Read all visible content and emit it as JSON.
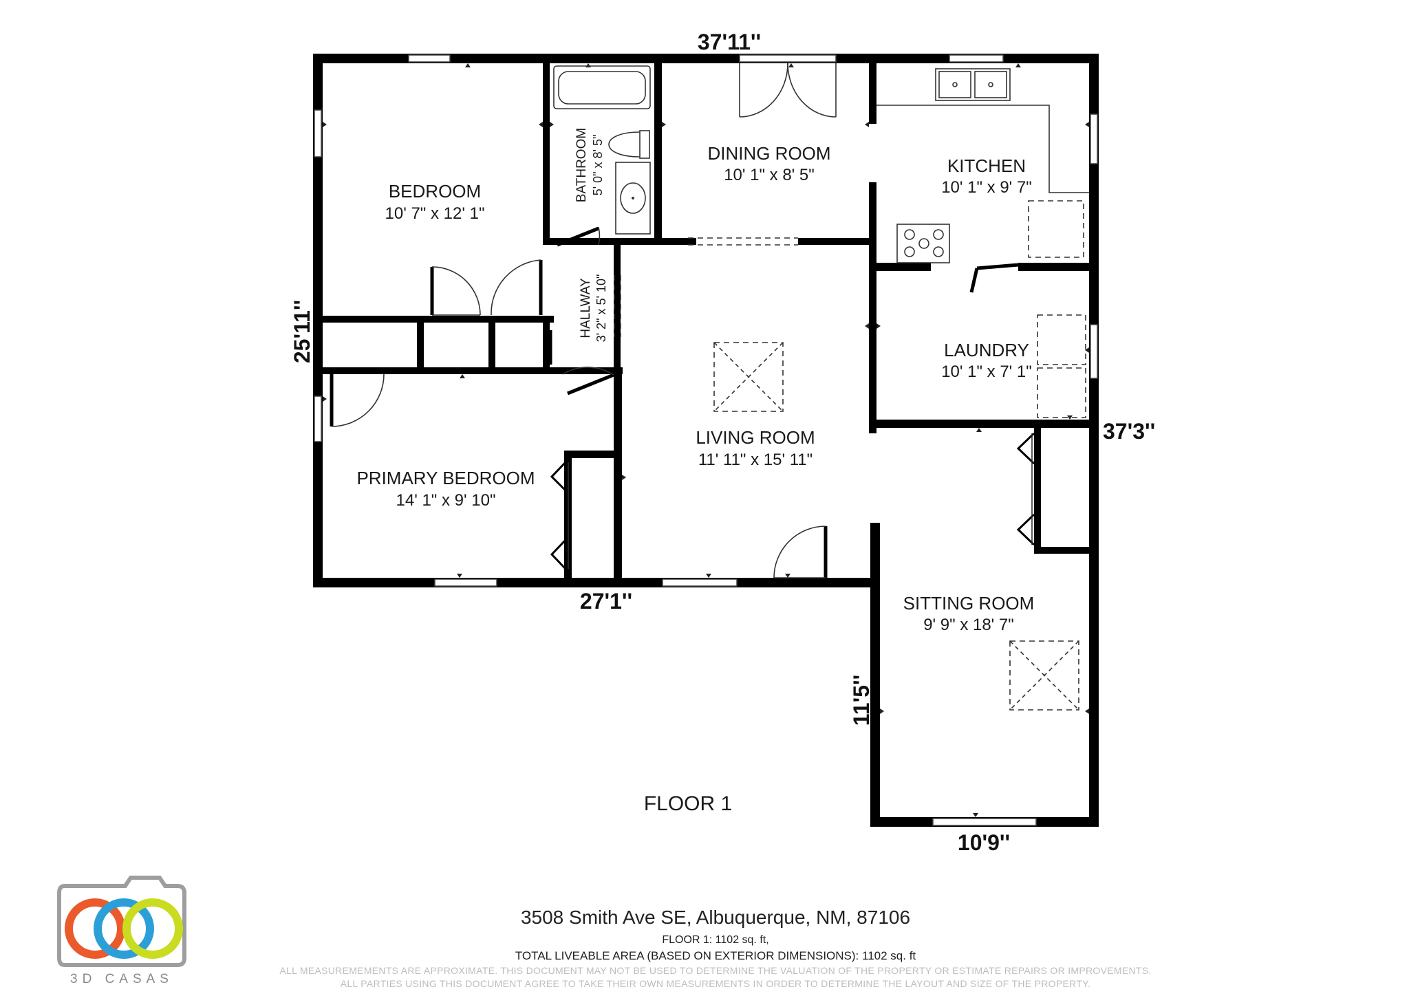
{
  "title": "FLOOR 1",
  "rooms": {
    "bedroom": {
      "name": "BEDROOM",
      "dims": "10' 7\" x 12' 1\""
    },
    "bathroom": {
      "name": "BATHROOM",
      "dims": "5' 0\" x 8' 5\""
    },
    "dining": {
      "name": "DINING ROOM",
      "dims": "10' 1\" x 8' 5\""
    },
    "kitchen": {
      "name": "KITCHEN",
      "dims": "10' 1\" x 9' 7\""
    },
    "hallway": {
      "name": "HALLWAY",
      "dims": "3' 2\" x 5' 10\""
    },
    "laundry": {
      "name": "LAUNDRY",
      "dims": "10' 1\" x 7' 1\""
    },
    "living": {
      "name": "LIVING ROOM",
      "dims": "11' 11\" x 15' 11\""
    },
    "primary": {
      "name": "PRIMARY BEDROOM",
      "dims": "14' 1\" x 9' 10\""
    },
    "sitting": {
      "name": "SITTING ROOM",
      "dims": "9' 9\" x 18' 7\""
    }
  },
  "exterior_dims": {
    "top": "37'11''",
    "left": "25'11''",
    "right": "37'3''",
    "bottom_left": "27'1''",
    "sitting_left": "11'5''",
    "sitting_bottom": "10'9''"
  },
  "footer": {
    "address": "3508 Smith Ave SE, Albuquerque, NM, 87106",
    "floor_area": "FLOOR 1: 1102 sq. ft,",
    "total_area": "TOTAL LIVEABLE AREA (BASED ON EXTERIOR DIMENSIONS): 1102 sq. ft",
    "disclaimer1": "ALL MEASUREMEMENTS ARE APPROXIMATE. THIS DOCUMENT MAY NOT BE USED TO DETERMINE THE VALUATION OF THE PROPERTY OR ESTIMATE REPAIRS OR IMPROVEMENTS.",
    "disclaimer2": "ALL PARTIES USING THIS DOCUMENT AGREE TO TAKE THEIR OWN MEASUREMENTS IN ORDER TO DETERMINE THE LAYOUT AND SIZE OF THE PROPERTY."
  },
  "logo": {
    "text": "3D CASAS",
    "colors": {
      "red": "#ea5a2b",
      "blue": "#2c9fd8",
      "yellow": "#c9dc1f",
      "frame": "#9e9e9e"
    }
  }
}
